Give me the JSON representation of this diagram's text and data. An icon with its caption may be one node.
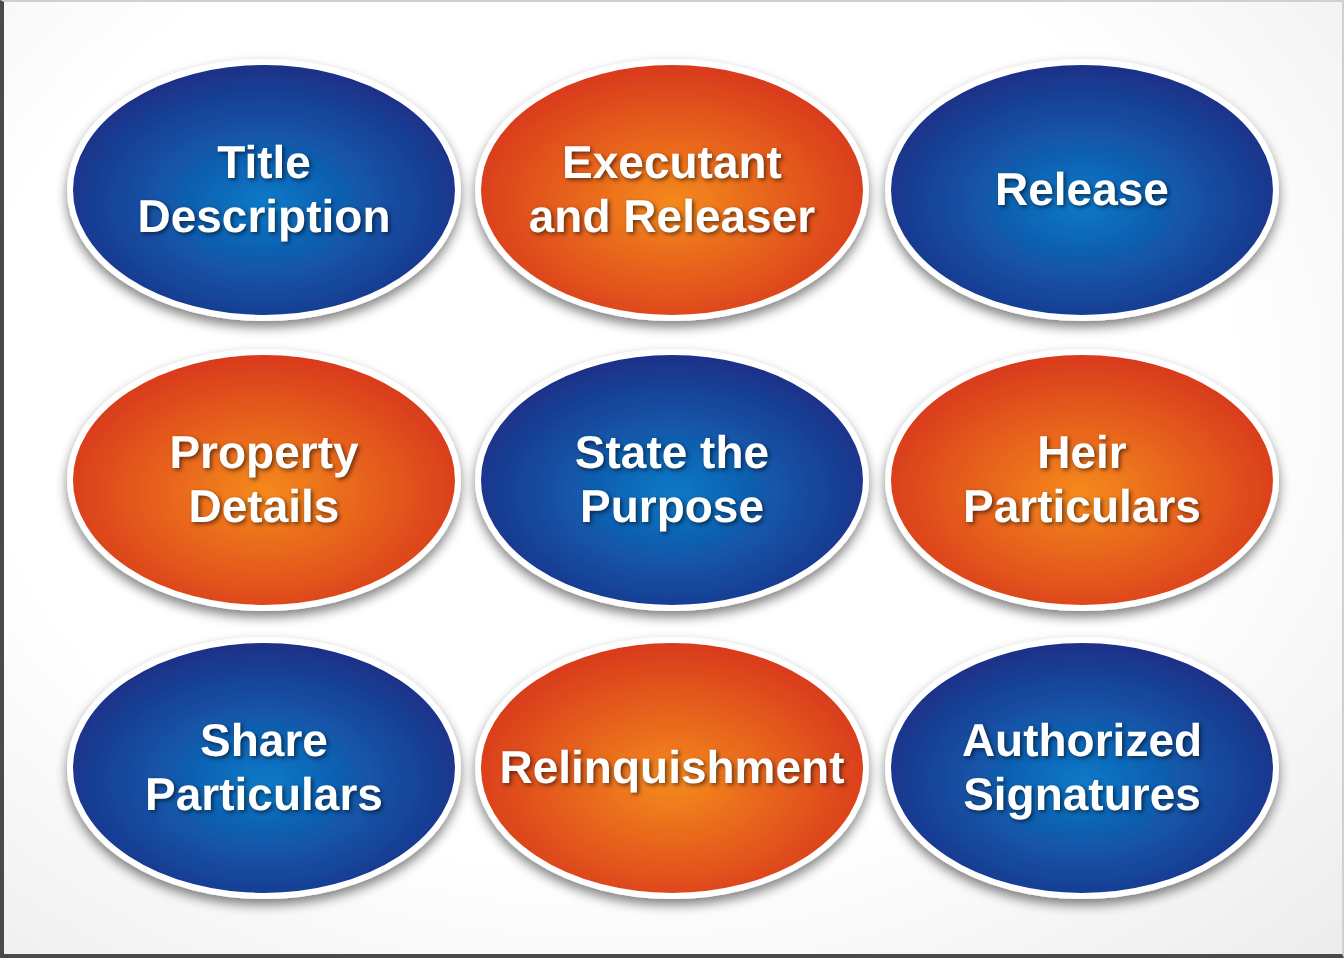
{
  "diagram": {
    "nodes": [
      {
        "text": [
          "Title Description"
        ]
      },
      {
        "text": [
          "Executant and Releaser"
        ]
      },
      {
        "text": [
          "Release"
        ]
      },
      {
        "text": [
          "Property Details"
        ]
      },
      {
        "text": [
          "State the Purpose"
        ]
      },
      {
        "text": [
          "Heir Particulars"
        ]
      },
      {
        "text": [
          "Share Particulars"
        ]
      },
      {
        "text": [
          "Relinquishment"
        ]
      },
      {
        "text": [
          "Authorized Signatures"
        ]
      }
    ],
    "edges": []
  }
}
